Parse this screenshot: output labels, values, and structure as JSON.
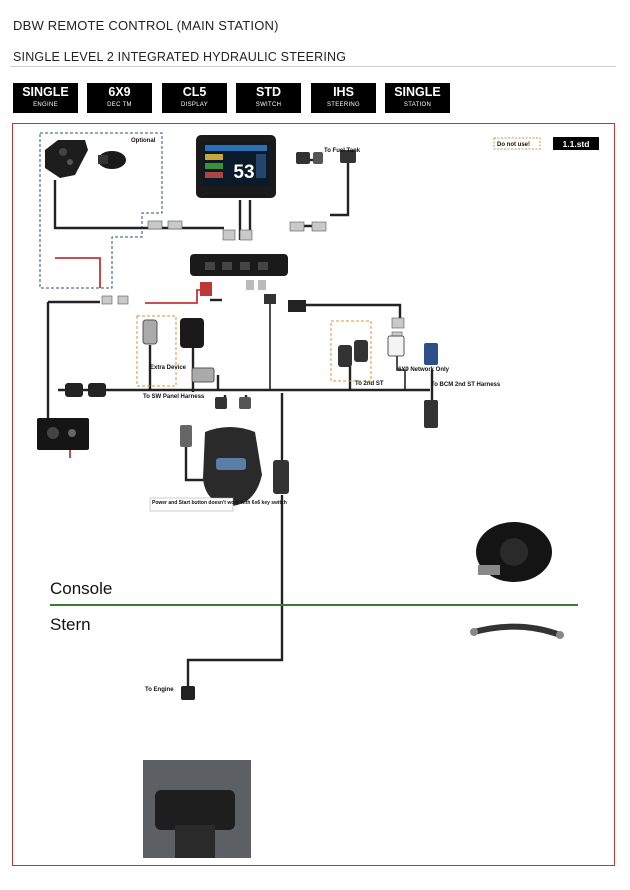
{
  "header": {
    "title": "DBW REMOTE CONTROL (MAIN STATION)",
    "subtitle": "SINGLE LEVEL 2   INTEGRATED HYDRAULIC STEERING"
  },
  "chips": [
    {
      "top": "SINGLE",
      "bottom": "ENGINE"
    },
    {
      "top": "6X9",
      "bottom": "DEC TM"
    },
    {
      "top": "CL5",
      "bottom": "DISPLAY"
    },
    {
      "top": "STD",
      "bottom": "SWITCH"
    },
    {
      "top": "IHS",
      "bottom": "STEERING"
    },
    {
      "top": "SINGLE",
      "bottom": "STATION"
    }
  ],
  "diagram": {
    "optional_label": "Optional",
    "do_not_use_label": "Do not use!",
    "version_badge": "1.1.std",
    "fuel_tank_label": "To Fuel Tank",
    "extra_device_label": "Extra Device",
    "sw_panel_label": "To SW Panel Harness",
    "to_2nd_st_label": "To 2nd ST",
    "network_label": "6Y9 Network Only",
    "bcm_label": "To BCM 2nd ST Harness",
    "power_note": "Power and Start button doesn't work with 6x6 key switch",
    "console_label": "Console",
    "stern_label": "Stern",
    "to_engine_label": "To Engine",
    "display_number": "53"
  },
  "colors": {
    "frame": "#c0373a",
    "divider": "#3e7a34",
    "cable": "#222222",
    "power_wire": "#c0373a"
  }
}
